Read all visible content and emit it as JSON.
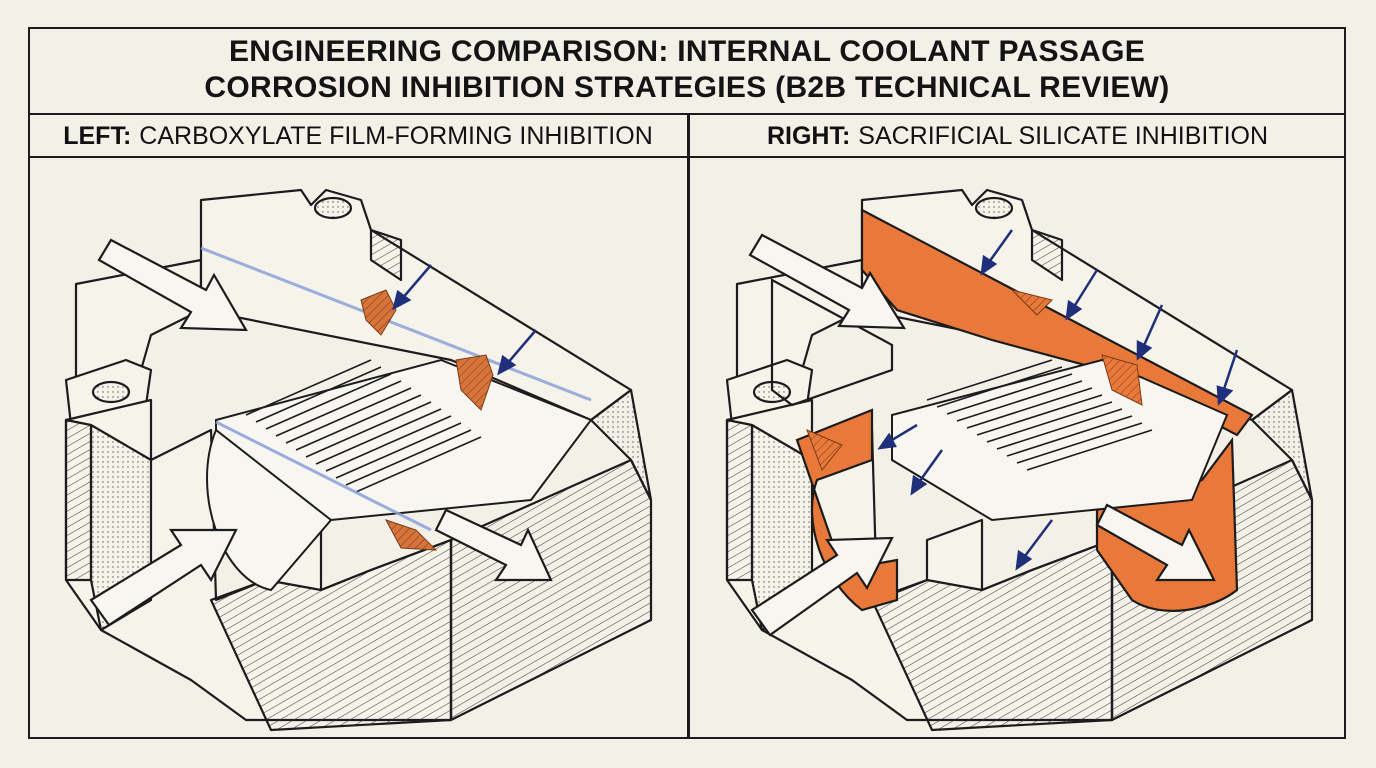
{
  "title": {
    "line1": "ENGINEERING COMPARISON: INTERNAL COOLANT PASSAGE",
    "line2": "CORROSION INHIBITION STRATEGIES (B2B TECHNICAL REVIEW)"
  },
  "left": {
    "prefix": "LEFT:",
    "label": "CARBOXYLATE FILM-FORMING INHIBITION"
  },
  "right": {
    "prefix": "RIGHT:",
    "label": "SACRIFICIAL SILICATE INHIBITION"
  },
  "colors": {
    "paper": "#f3f0e8",
    "ink": "#1c1c1c",
    "orange_coating": "#e8793a",
    "rust": "#c9662f",
    "arrow_blue": "#1f2f7a",
    "film_blue": "#8aa0d8"
  }
}
